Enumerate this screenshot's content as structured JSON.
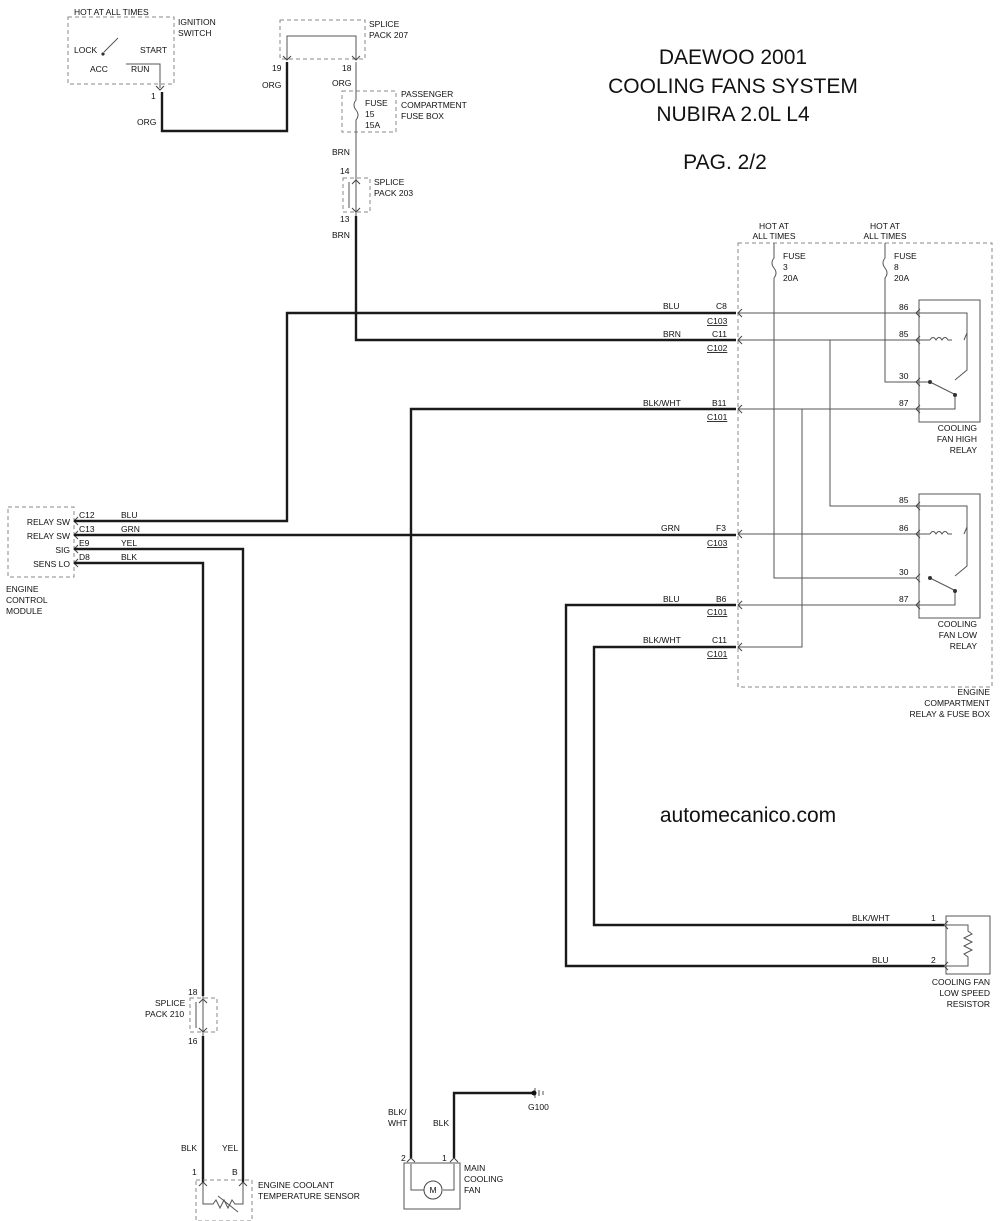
{
  "title": {
    "line1": "DAEWOO 2001",
    "line2": "COOLING FANS SYSTEM",
    "line3": "NUBIRA 2.0L L4",
    "page": "PAG. 2/2"
  },
  "watermark": "automecanico.com",
  "ignition": {
    "hot": "HOT AT ALL TIMES",
    "name1": "IGNITION",
    "name2": "SWITCH",
    "lock": "LOCK",
    "start": "START",
    "acc": "ACC",
    "run": "RUN",
    "pin": "1",
    "wire": "ORG"
  },
  "splice207": {
    "name1": "SPLICE",
    "name2": "PACK 207",
    "pin_left": "19",
    "pin_right": "18",
    "wire_left": "ORG",
    "wire_right": "ORG"
  },
  "pfuse": {
    "fuse": "FUSE",
    "num": "15",
    "amps": "15A",
    "name1": "PASSENGER",
    "name2": "COMPARTMENT",
    "name3": "FUSE BOX",
    "wire": "BRN"
  },
  "splice203": {
    "name1": "SPLICE",
    "name2": "PACK 203",
    "pin_top": "14",
    "pin_bottom": "13",
    "wire": "BRN"
  },
  "relaybox": {
    "hot1a": "HOT AT",
    "hot1b": "ALL TIMES",
    "hot2a": "HOT AT",
    "hot2b": "ALL TIMES",
    "fuse3": "FUSE",
    "fuse3num": "3",
    "fuse3amps": "20A",
    "fuse8": "FUSE",
    "fuse8num": "8",
    "fuse8amps": "20A",
    "name1": "ENGINE",
    "name2": "COMPARTMENT",
    "name3": "RELAY & FUSE BOX",
    "high1": "COOLING",
    "high2": "FAN HIGH",
    "high3": "RELAY",
    "low1": "COOLING",
    "low2": "FAN LOW",
    "low3": "RELAY",
    "connectors": [
      {
        "wire": "BLU",
        "pin": "C8",
        "conn": "C103"
      },
      {
        "wire": "BRN",
        "pin": "C11",
        "conn": "C102"
      },
      {
        "wire": "BLK/WHT",
        "pin": "B11",
        "conn": "C101"
      },
      {
        "wire": "GRN",
        "pin": "F3",
        "conn": "C103"
      },
      {
        "wire": "BLU",
        "pin": "B6",
        "conn": "C101"
      },
      {
        "wire": "BLK/WHT",
        "pin": "C11",
        "conn": "C101"
      }
    ],
    "high_pins": [
      "86",
      "85",
      "30",
      "87"
    ],
    "low_pins": [
      "85",
      "86",
      "30",
      "87"
    ]
  },
  "ecm": {
    "rows": [
      {
        "label": "RELAY SW",
        "pin": "C12",
        "wire": "BLU"
      },
      {
        "label": "RELAY SW",
        "pin": "C13",
        "wire": "GRN"
      },
      {
        "label": "SIG",
        "pin": "E9",
        "wire": "YEL"
      },
      {
        "label": "SENS LO",
        "pin": "D8",
        "wire": "BLK"
      }
    ],
    "name1": "ENGINE",
    "name2": "CONTROL",
    "name3": "MODULE"
  },
  "resistor": {
    "pin1": "1",
    "pin2": "2",
    "wire1": "BLK/WHT",
    "wire2": "BLU",
    "name1": "COOLING FAN",
    "name2": "LOW SPEED",
    "name3": "RESISTOR"
  },
  "splice210": {
    "name1": "SPLICE",
    "name2": "PACK 210",
    "pin_top": "18",
    "pin_bottom": "16"
  },
  "sensor": {
    "wire_left": "BLK",
    "wire_right": "YEL",
    "pin_left": "1",
    "pin_right": "B",
    "name1": "ENGINE COOLANT",
    "name2": "TEMPERATURE SENSOR"
  },
  "fan": {
    "wire_left1": "BLK/",
    "wire_left2": "WHT",
    "wire_right": "BLK",
    "pin_left": "2",
    "pin_right": "1",
    "motor": "M",
    "name1": "MAIN",
    "name2": "COOLING",
    "name3": "FAN",
    "ground": "G100"
  }
}
